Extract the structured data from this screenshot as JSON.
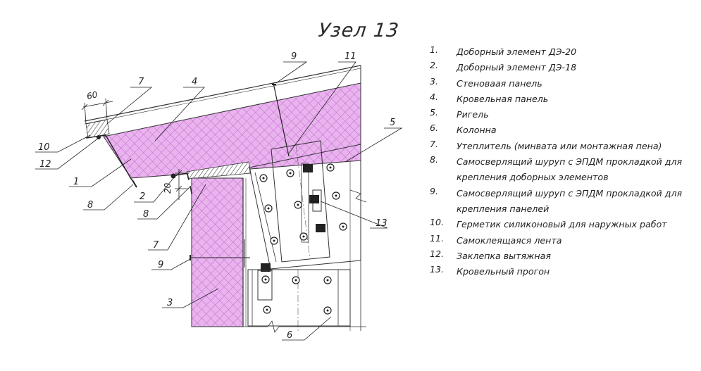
{
  "title": "Узел 13",
  "colors": {
    "insulation_fill": "#e6a8ec",
    "line": "#2a2a2a"
  },
  "dimensions": {
    "width_60": "60",
    "height_20": "20"
  },
  "callouts": {
    "c1": "1",
    "c2": "2",
    "c3": "3",
    "c4": "4",
    "c5": "5",
    "c6": "6",
    "c7a": "7",
    "c7b": "7",
    "c8a": "8",
    "c8b": "8",
    "c9a": "9",
    "c9b": "9",
    "c10": "10",
    "c11": "11",
    "c12": "12",
    "c13": "13"
  },
  "legend": [
    {
      "num": "1.",
      "text": "Доборный элемент ДЭ-20"
    },
    {
      "num": "2.",
      "text": "Доборный элемент ДЭ-18"
    },
    {
      "num": "3.",
      "text": "Стеноваая панель"
    },
    {
      "num": "4.",
      "text": "Кровельная панель"
    },
    {
      "num": "5.",
      "text": "Ригель"
    },
    {
      "num": "6.",
      "text": "Колонна"
    },
    {
      "num": "7.",
      "text": "Утеплитель (минвата или монтажная пена)"
    },
    {
      "num": "8.",
      "text": "Самосверлящий шуруп с ЭПДМ прокладкой для крепления доборных элементов"
    },
    {
      "num": "9.",
      "text": "Самосверлящий шуруп с ЭПДМ прокладкой для крепления панелей"
    },
    {
      "num": "10.",
      "text": "Герметик силиконовый для наружных работ"
    },
    {
      "num": "11.",
      "text": "Самоклеящаяся лента"
    },
    {
      "num": "12.",
      "text": "Заклепка вытяжная"
    },
    {
      "num": "13.",
      "text": "Кровельный прогон"
    }
  ]
}
